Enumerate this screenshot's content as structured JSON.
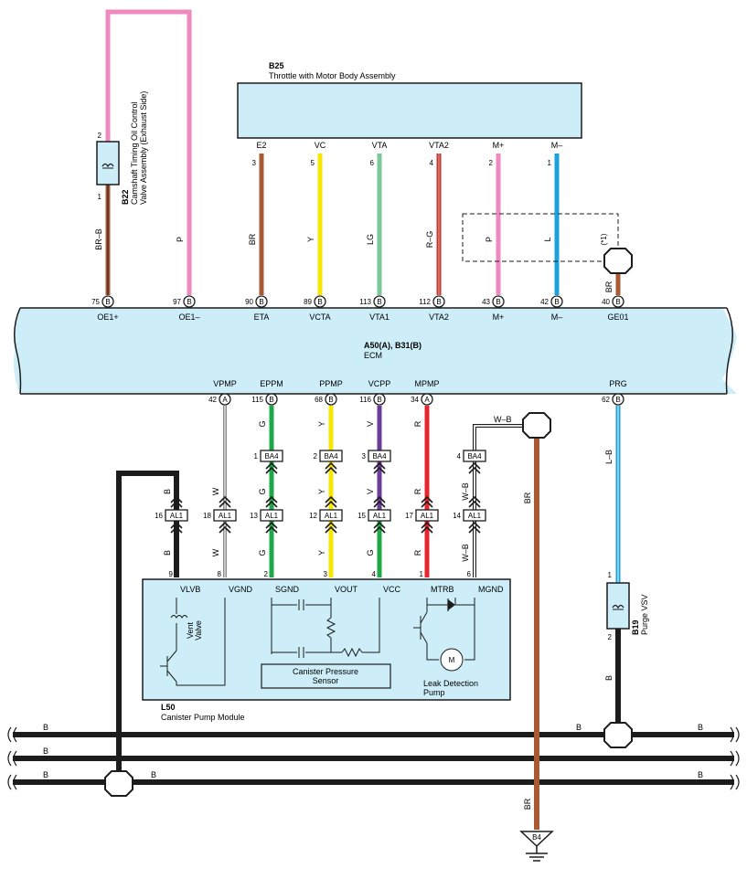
{
  "throttle": {
    "code": "B25",
    "name": "Throttle with Motor Body Assembly",
    "pins": [
      {
        "label": "E2",
        "pin": "3",
        "wire": "BR"
      },
      {
        "label": "VC",
        "pin": "5",
        "wire": "Y"
      },
      {
        "label": "VTA",
        "pin": "6",
        "wire": "LG"
      },
      {
        "label": "VTA2",
        "pin": "4",
        "wire": "R–G"
      },
      {
        "label": "M+",
        "pin": "2",
        "wire": "P"
      },
      {
        "label": "M–",
        "pin": "1",
        "wire": "L"
      }
    ]
  },
  "ocv": {
    "code": "B22",
    "name_line1": "Camshaft Timing Oil Control",
    "name_line2": "Valve Assembly (Exhaust Side)",
    "pin_top": "2",
    "pin_bottom": "1",
    "wire_left": "BR–B",
    "wire_right": "P"
  },
  "ecm": {
    "code": "A50(A), B31(B)",
    "name": "ECM",
    "top_pins": [
      {
        "num": "75",
        "conn": "B",
        "label": "OE1+"
      },
      {
        "num": "97",
        "conn": "B",
        "label": "OE1–"
      },
      {
        "num": "90",
        "conn": "B",
        "label": "ETA"
      },
      {
        "num": "89",
        "conn": "B",
        "label": "VCTA"
      },
      {
        "num": "113",
        "conn": "B",
        "label": "VTA1"
      },
      {
        "num": "112",
        "conn": "B",
        "label": "VTA2"
      },
      {
        "num": "43",
        "conn": "B",
        "label": "M+"
      },
      {
        "num": "42",
        "conn": "B",
        "label": "M–"
      },
      {
        "num": "40",
        "conn": "B",
        "label": "GE01"
      }
    ],
    "bottom_pins": [
      {
        "num": "42",
        "conn": "A",
        "label": "VPMP"
      },
      {
        "num": "115",
        "conn": "B",
        "label": "EPPM"
      },
      {
        "num": "68",
        "conn": "B",
        "label": "PPMP"
      },
      {
        "num": "116",
        "conn": "B",
        "label": "VCPP"
      },
      {
        "num": "34",
        "conn": "A",
        "label": "MPMP"
      },
      {
        "num": "62",
        "conn": "B",
        "label": "PRG"
      }
    ]
  },
  "shield": {
    "note": "(*1)",
    "wire": "BR"
  },
  "ground_junction": {
    "wire": "W–B"
  },
  "ba4": {
    "label": "BA4",
    "rows": [
      {
        "pin": "1",
        "wire_above": "G",
        "wire_below": "G"
      },
      {
        "pin": "2",
        "wire_above": "Y",
        "wire_below": "Y"
      },
      {
        "pin": "3",
        "wire_above": "V",
        "wire_below": "V"
      },
      {
        "pin": "4",
        "wire_above": "",
        "wire_below": "W–B"
      }
    ]
  },
  "al1": {
    "label": "AL1",
    "rows": [
      {
        "pin": "16",
        "wire_above": "B",
        "wire_below": "B"
      },
      {
        "pin": "18",
        "wire_above": "W",
        "wire_below": "W"
      },
      {
        "pin": "13",
        "wire_above": "G",
        "wire_below": "G"
      },
      {
        "pin": "12",
        "wire_above": "Y",
        "wire_below": "Y"
      },
      {
        "pin": "15",
        "wire_above": "V",
        "wire_below": "G"
      },
      {
        "pin": "17",
        "wire_above": "R",
        "wire_below": "R"
      },
      {
        "pin": "14",
        "wire_above": "",
        "wire_below": "W–B"
      }
    ]
  },
  "pump": {
    "code": "L50",
    "name": "Canister Pump Module",
    "pins": [
      {
        "num": "9",
        "label": "VLVB"
      },
      {
        "num": "8",
        "label": "VGND"
      },
      {
        "num": "2",
        "label": "SGND"
      },
      {
        "num": "3",
        "label": "VOUT"
      },
      {
        "num": "4",
        "label": "VCC"
      },
      {
        "num": "1",
        "label": "MTRB"
      },
      {
        "num": "6",
        "label": "MGND"
      }
    ],
    "vent_line1": "Vent",
    "vent_line2": "Valve",
    "sensor_line1": "Canister Pressure",
    "sensor_line2": "Sensor",
    "leak_line1": "Leak Detection",
    "leak_line2": "Pump",
    "motor_symbol": "M"
  },
  "purge": {
    "code": "B19",
    "name": "Purge VSV",
    "wire_above": "L–B",
    "wire_below": "B",
    "pin_top": "1",
    "pin_bottom": "2"
  },
  "ground_wire": {
    "wire": "BR"
  },
  "ground": {
    "code": "B4"
  },
  "buses": {
    "labels": [
      "B",
      "B",
      "B",
      "B",
      "B",
      "B",
      "B"
    ]
  },
  "colors": {
    "component_fill": "#cdeef9",
    "pink": "#ef8ac0",
    "brown": "#a95a34",
    "yellow": "#f6e600",
    "lightgreen": "#7cc89a",
    "green": "#1fa848",
    "purple": "#6d3c9a",
    "red": "#e8252e",
    "blue": "#1ba2dd",
    "black": "#1c1c1c"
  }
}
